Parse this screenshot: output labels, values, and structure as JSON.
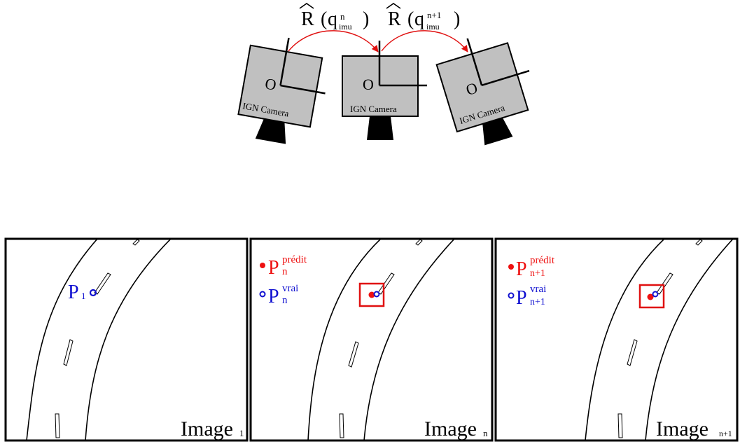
{
  "cameras": {
    "label": "IGN Camera",
    "origin_label": "O",
    "rotations": [
      {
        "hat_symbol": "R",
        "q_symbol": "q",
        "superscript": "n",
        "subscript": "imu"
      },
      {
        "hat_symbol": "R",
        "q_symbol": "q",
        "superscript": "n+1",
        "subscript": "imu"
      }
    ]
  },
  "panels": [
    {
      "image_label": "Image",
      "image_subscript": "1",
      "points": [
        {
          "symbol": "P",
          "subscript": "1",
          "color": "#1010d0"
        }
      ]
    },
    {
      "image_label": "Image",
      "image_subscript": "n",
      "legend": [
        {
          "symbol": "P",
          "subscript": "n",
          "superscript": "prédit",
          "color": "#ee1111"
        },
        {
          "symbol": "P",
          "subscript": "n",
          "superscript": "vrai",
          "color": "#1010d0"
        }
      ]
    },
    {
      "image_label": "Image",
      "image_subscript": "n+1",
      "legend": [
        {
          "symbol": "P",
          "subscript": "n+1",
          "superscript": "prédit",
          "color": "#ee1111"
        },
        {
          "symbol": "P",
          "subscript": "n+1",
          "superscript": "vrai",
          "color": "#1010d0"
        }
      ]
    }
  ],
  "colors": {
    "camera_body": "#c0c0c0",
    "arrow": "#e01010",
    "predicted": "#ee1111",
    "true": "#1010d0",
    "frame": "#000000"
  }
}
